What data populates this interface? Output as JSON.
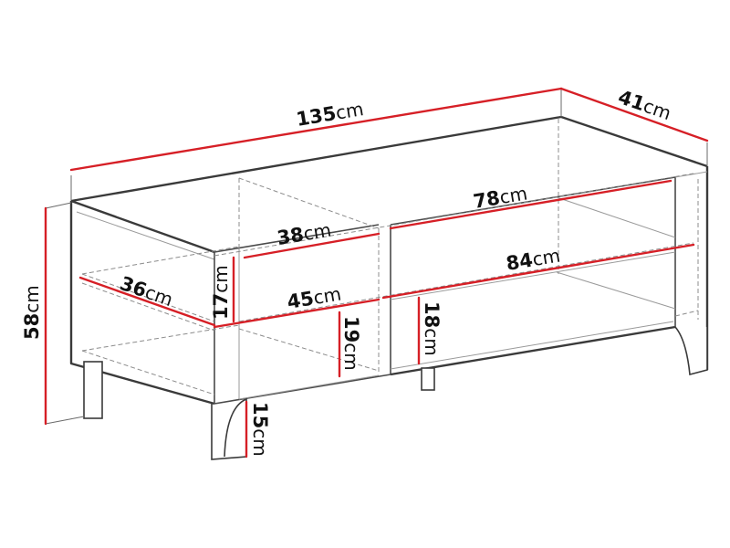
{
  "diagram": {
    "subject": "TV stand cabinet dimension drawing",
    "accent_color": "#d61f26",
    "line_color": "#4a4a4a",
    "background": "#ffffff",
    "unit": "cm",
    "dimensions": {
      "overall_width": {
        "value": "135",
        "unit": "cm"
      },
      "overall_depth": {
        "value": "41",
        "unit": "cm"
      },
      "overall_height": {
        "value": "58",
        "unit": "cm"
      },
      "left_top_width": {
        "value": "38",
        "unit": "cm"
      },
      "left_shelf_width": {
        "value": "45",
        "unit": "cm"
      },
      "shelf_depth": {
        "value": "36",
        "unit": "cm"
      },
      "left_top_height": {
        "value": "17",
        "unit": "cm"
      },
      "left_bottom_height": {
        "value": "19",
        "unit": "cm"
      },
      "right_top_width": {
        "value": "78",
        "unit": "cm"
      },
      "right_shelf_width": {
        "value": "84",
        "unit": "cm"
      },
      "right_bottom_height": {
        "value": "18",
        "unit": "cm"
      },
      "leg_height": {
        "value": "15",
        "unit": "cm"
      }
    }
  }
}
